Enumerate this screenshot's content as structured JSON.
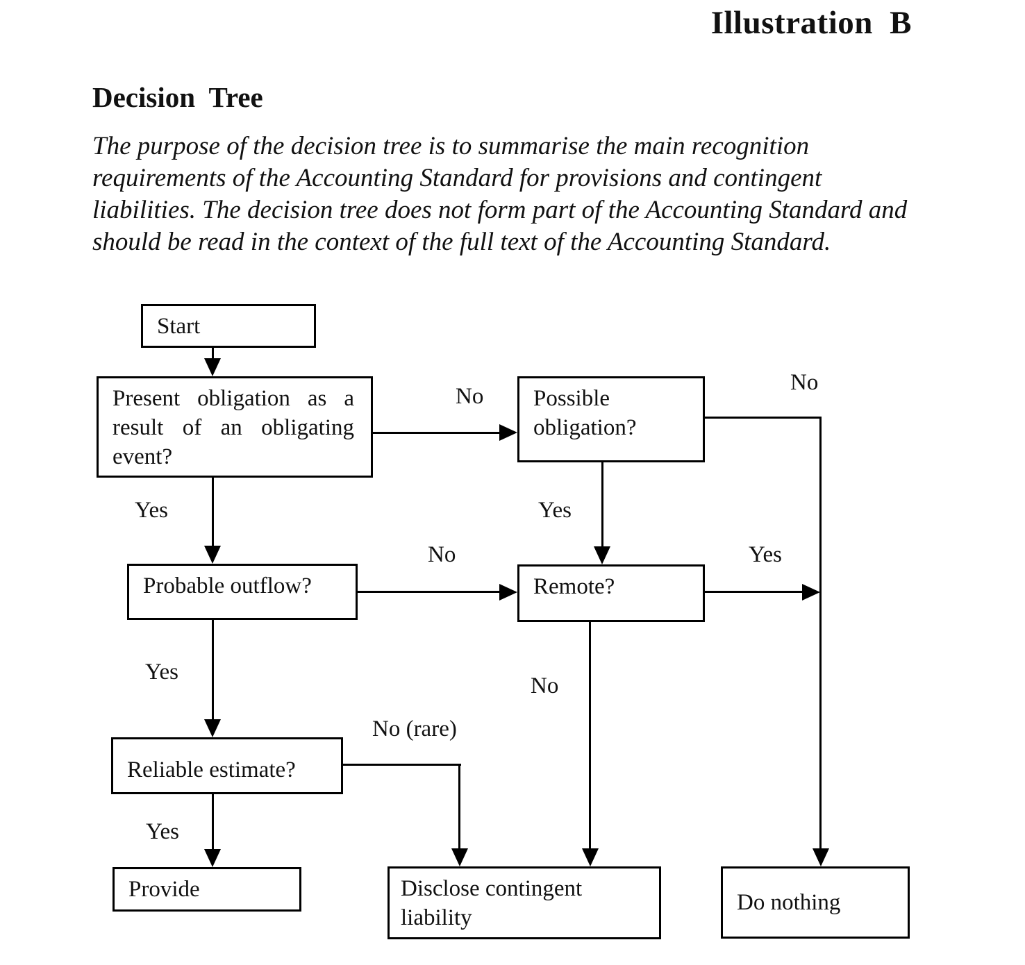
{
  "page": {
    "illustration_label": "Illustration B",
    "title": "Decision Tree",
    "intro_lines": [
      "The purpose of the decision tree is to summarise the main recognition",
      "requirements of the Accounting Standard for provisions and contingent",
      "liabilities. The decision tree does not form part of the Accounting Standard",
      "and should be read in the context of the full text of the Accounting Standard."
    ]
  },
  "flowchart": {
    "nodes": {
      "start": {
        "label": "Start"
      },
      "present_obligation": {
        "label": "Present obligation as a result of an obligating event?",
        "lines": [
          "Present obligation as a",
          "result of an obligating",
          "event?"
        ]
      },
      "possible_obligation": {
        "label": "Possible obligation?",
        "lines": [
          "Possible",
          "obligation?"
        ]
      },
      "probable_outflow": {
        "label": "Probable outflow?"
      },
      "remote": {
        "label": "Remote?"
      },
      "reliable_estimate": {
        "label": "Reliable estimate?"
      },
      "provide": {
        "label": "Provide"
      },
      "disclose": {
        "label": "Disclose contingent liability",
        "lines": [
          "Disclose contingent",
          "liability"
        ]
      },
      "do_nothing": {
        "label": "Do nothing"
      }
    },
    "edge_labels": {
      "present_no": "No",
      "possible_no": "No",
      "present_yes": "Yes",
      "possible_yes": "Yes",
      "probable_no": "No",
      "remote_yes": "Yes",
      "probable_yes": "Yes",
      "remote_no": "No",
      "reliable_no_rare": "No (rare)",
      "reliable_yes": "Yes"
    }
  },
  "colors": {
    "background": "#ffffff",
    "text": "#111111",
    "line": "#000000"
  }
}
